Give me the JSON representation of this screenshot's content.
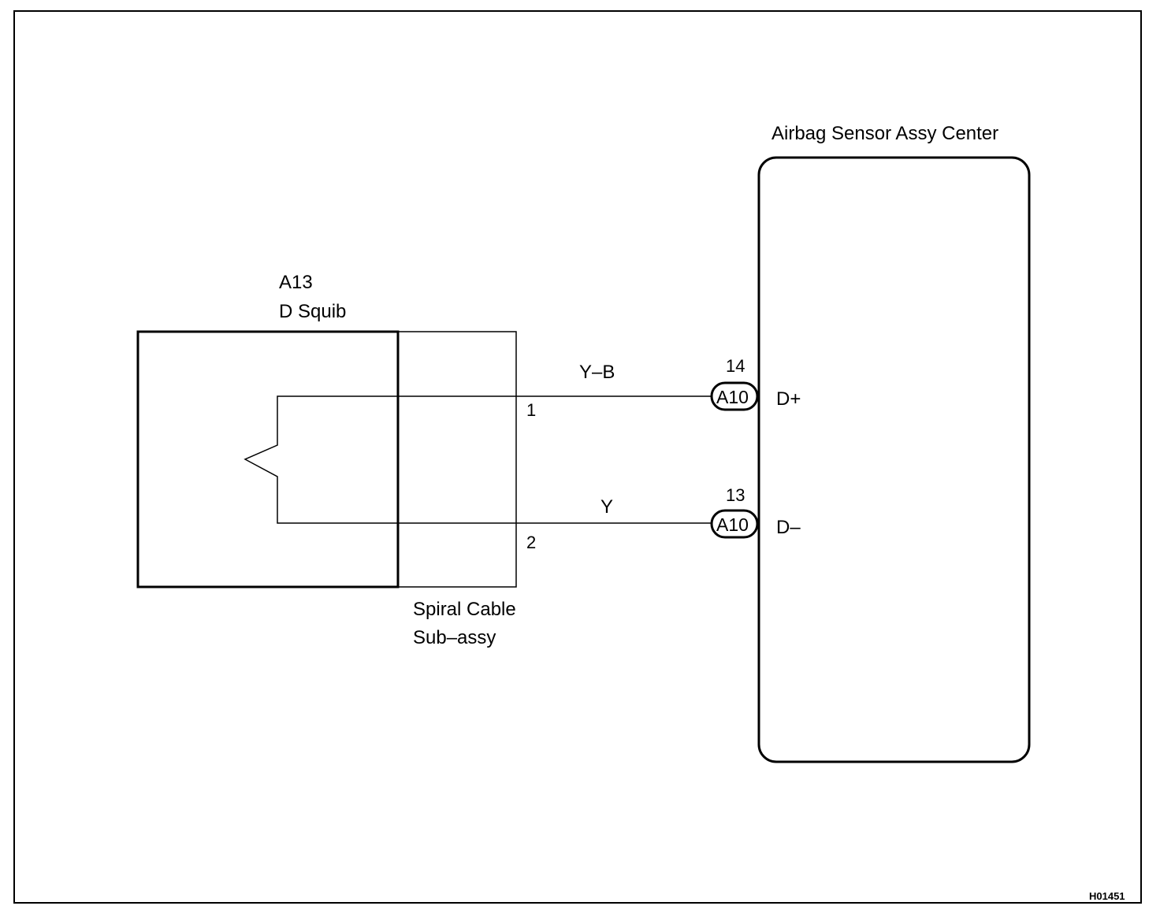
{
  "ecu": {
    "title": "Airbag Sensor Assy Center"
  },
  "squib": {
    "code": "A13",
    "name": "D Squib"
  },
  "spiral_cable": {
    "line1": "Spiral Cable",
    "line2": "Sub–assy",
    "pin1": "1",
    "pin2": "2"
  },
  "wires": {
    "upper_color": "Y–B",
    "lower_color": "Y"
  },
  "connectors": {
    "upper": {
      "pin": "14",
      "label": "A10",
      "terminal": "D+"
    },
    "lower": {
      "pin": "13",
      "label": "A10",
      "terminal": "D–"
    }
  },
  "figure_code": "H01451"
}
